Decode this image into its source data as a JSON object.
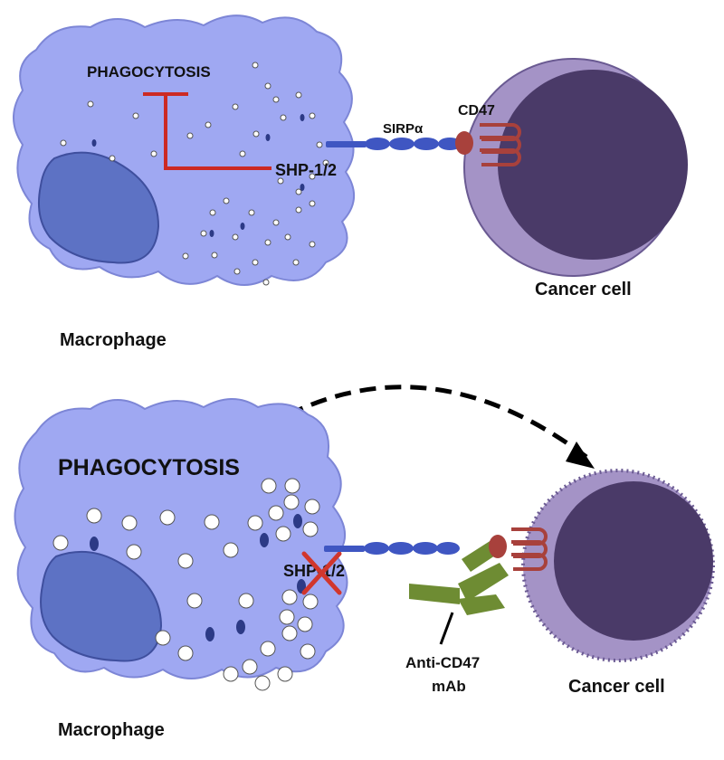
{
  "colors": {
    "macrophage_fill": "#9fa8f2",
    "macrophage_stroke": "#7d86d6",
    "nucleus_fill": "#5d72c4",
    "nucleus_stroke": "#3f4f9e",
    "granule_dark": "#2c3a86",
    "cancer_outer": "#a493c6",
    "cancer_inner": "#4a3a68",
    "cancer_stroke": "#6a5a92",
    "inhibit_red": "#cc2a24",
    "receptor_blue": "#3f56c2",
    "cd47_red": "#a8413c",
    "antibody_green": "#6e8c33",
    "arrow_black": "#000000"
  },
  "top_panel": {
    "phagocytosis_label": "PHAGOCYTOSIS",
    "shp_label": "SHP-1/2",
    "sirpa_label": "SIRPα",
    "cd47_label": "CD47",
    "cancer_label": "Cancer cell",
    "macrophage_label": "Macrophage"
  },
  "bottom_panel": {
    "phagocytosis_label": "PHAGOCYTOSIS",
    "shp_label": "SHP-1/2",
    "antibody_label_line1": "Anti-CD47",
    "antibody_label_line2": "mAb",
    "cancer_label": "Cancer cell",
    "macrophage_label": "Macrophage"
  },
  "icons": [
    "inhibition-bar-icon",
    "blocked-x-icon",
    "dashed-arrow-icon",
    "antibody-icon"
  ]
}
